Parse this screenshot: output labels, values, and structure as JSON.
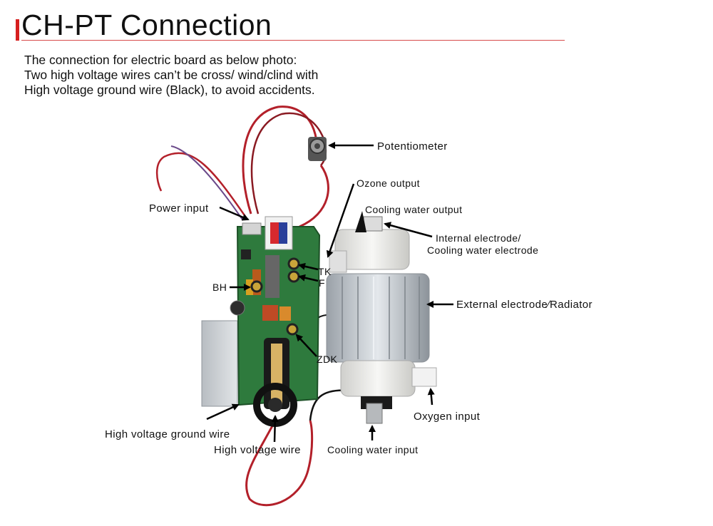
{
  "page": {
    "title": "CH-PT Connection",
    "intro": [
      "The  connection  for  electric board as  below photo:",
      "Two high voltage wires can’t be cross/ wind/clind with",
      "High voltage ground wire (Black), to avoid accidents."
    ]
  },
  "labels": {
    "potentiometer": "Potentiometer",
    "ozone_output": "Ozone  output",
    "power_input": "Power  input",
    "cooling_water_output": "Cooling water output",
    "internal_electrode_1": "Internal electrode/",
    "internal_electrode_2": "Cooling water electrode",
    "tk": "TK",
    "f": "F",
    "bh": "BH",
    "external_electrode": "External electrode∕Radiator",
    "zdk": "ZDK",
    "oxygen_input": "Oxygen input",
    "hv_ground_wire": "High voltage ground wire",
    "hv_wire": "High voltage wire",
    "cooling_water_input": "Cooling water input"
  },
  "colors": {
    "accent": "#d61f1f",
    "pcb": "#2e7a3d",
    "wire_red": "#b3202a",
    "heatsink": "#c8cdd2",
    "ptfe": "#e8e8e6"
  }
}
